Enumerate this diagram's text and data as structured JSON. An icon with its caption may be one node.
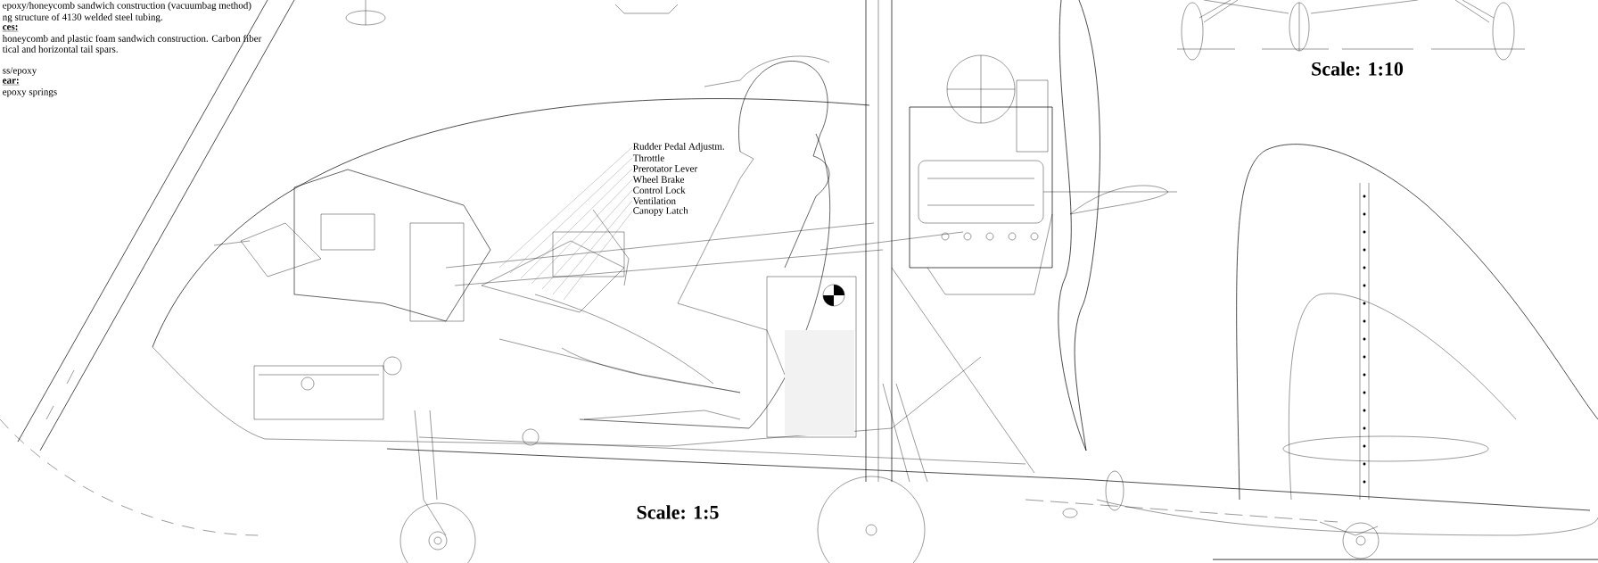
{
  "diagram": {
    "nodes": [
      {
        "text": [
          "Rudder Pedal Adjustm."
        ]
      },
      {
        "text": [
          "Throttle"
        ]
      },
      {
        "text": [
          "Prerotator Lever"
        ]
      },
      {
        "text": [
          "Wheel Brake"
        ]
      },
      {
        "text": [
          "Control Lock"
        ]
      },
      {
        "text": [
          "Ventilation"
        ]
      },
      {
        "text": [
          "Canopy Latch"
        ]
      }
    ],
    "edges": [
      {
        "from": 0,
        "to": null,
        "arrow": "none"
      },
      {
        "from": 1,
        "to": null,
        "arrow": "none"
      },
      {
        "from": 2,
        "to": null,
        "arrow": "none"
      },
      {
        "from": 3,
        "to": null,
        "arrow": "none"
      },
      {
        "from": 4,
        "to": null,
        "arrow": "none"
      },
      {
        "from": 5,
        "to": null,
        "arrow": "none"
      },
      {
        "from": 6,
        "to": null,
        "arrow": "none"
      }
    ],
    "labels": [
      "epoxy/honeycomb sandwich construction  (vacuumbag method)",
      "ng structure of 4130 welded steel tubing.",
      "ces:",
      "honeycomb and plastic foam sandwich construction. Carbon fiber",
      "tical and horizontal tail spars.",
      "ss/epoxy",
      "ear:",
      "epoxy springs",
      "Scale: 1:10",
      "Scale: 1:5"
    ]
  }
}
